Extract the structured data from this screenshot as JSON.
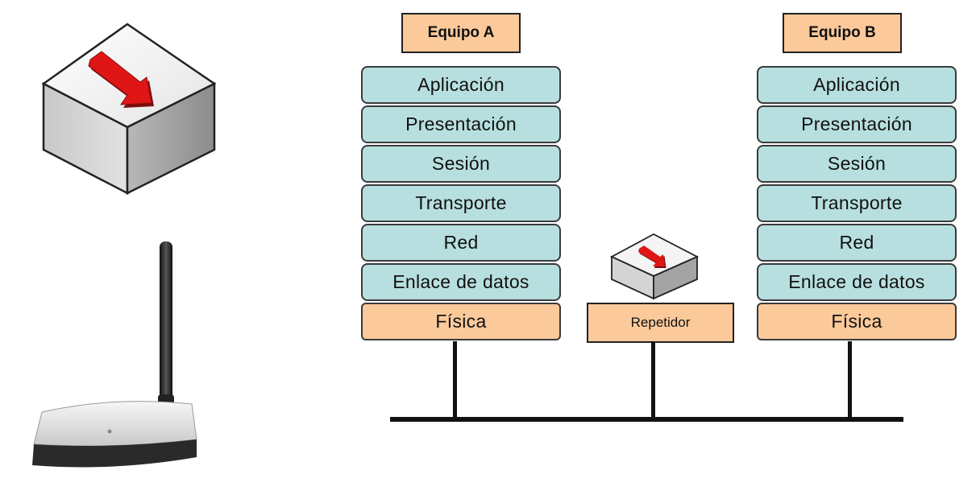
{
  "device_a": {
    "title": "Equipo A",
    "layers": [
      "Aplicación",
      "Presentación",
      "Sesión",
      "Transporte",
      "Red",
      "Enlace de datos",
      "Física"
    ]
  },
  "device_b": {
    "title": "Equipo B",
    "layers": [
      "Aplicación",
      "Presentación",
      "Sesión",
      "Transporte",
      "Red",
      "Enlace de datos",
      "Física"
    ]
  },
  "repeater": {
    "label": "Repetidor"
  },
  "colors": {
    "layer_fill": "#b8dfdf",
    "physical_fill": "#fbc99a",
    "title_fill": "#fbc99a",
    "arrow": "#e01616",
    "line": "#111111"
  },
  "icons": [
    "repeater-cube-icon",
    "wireless-router-icon"
  ]
}
